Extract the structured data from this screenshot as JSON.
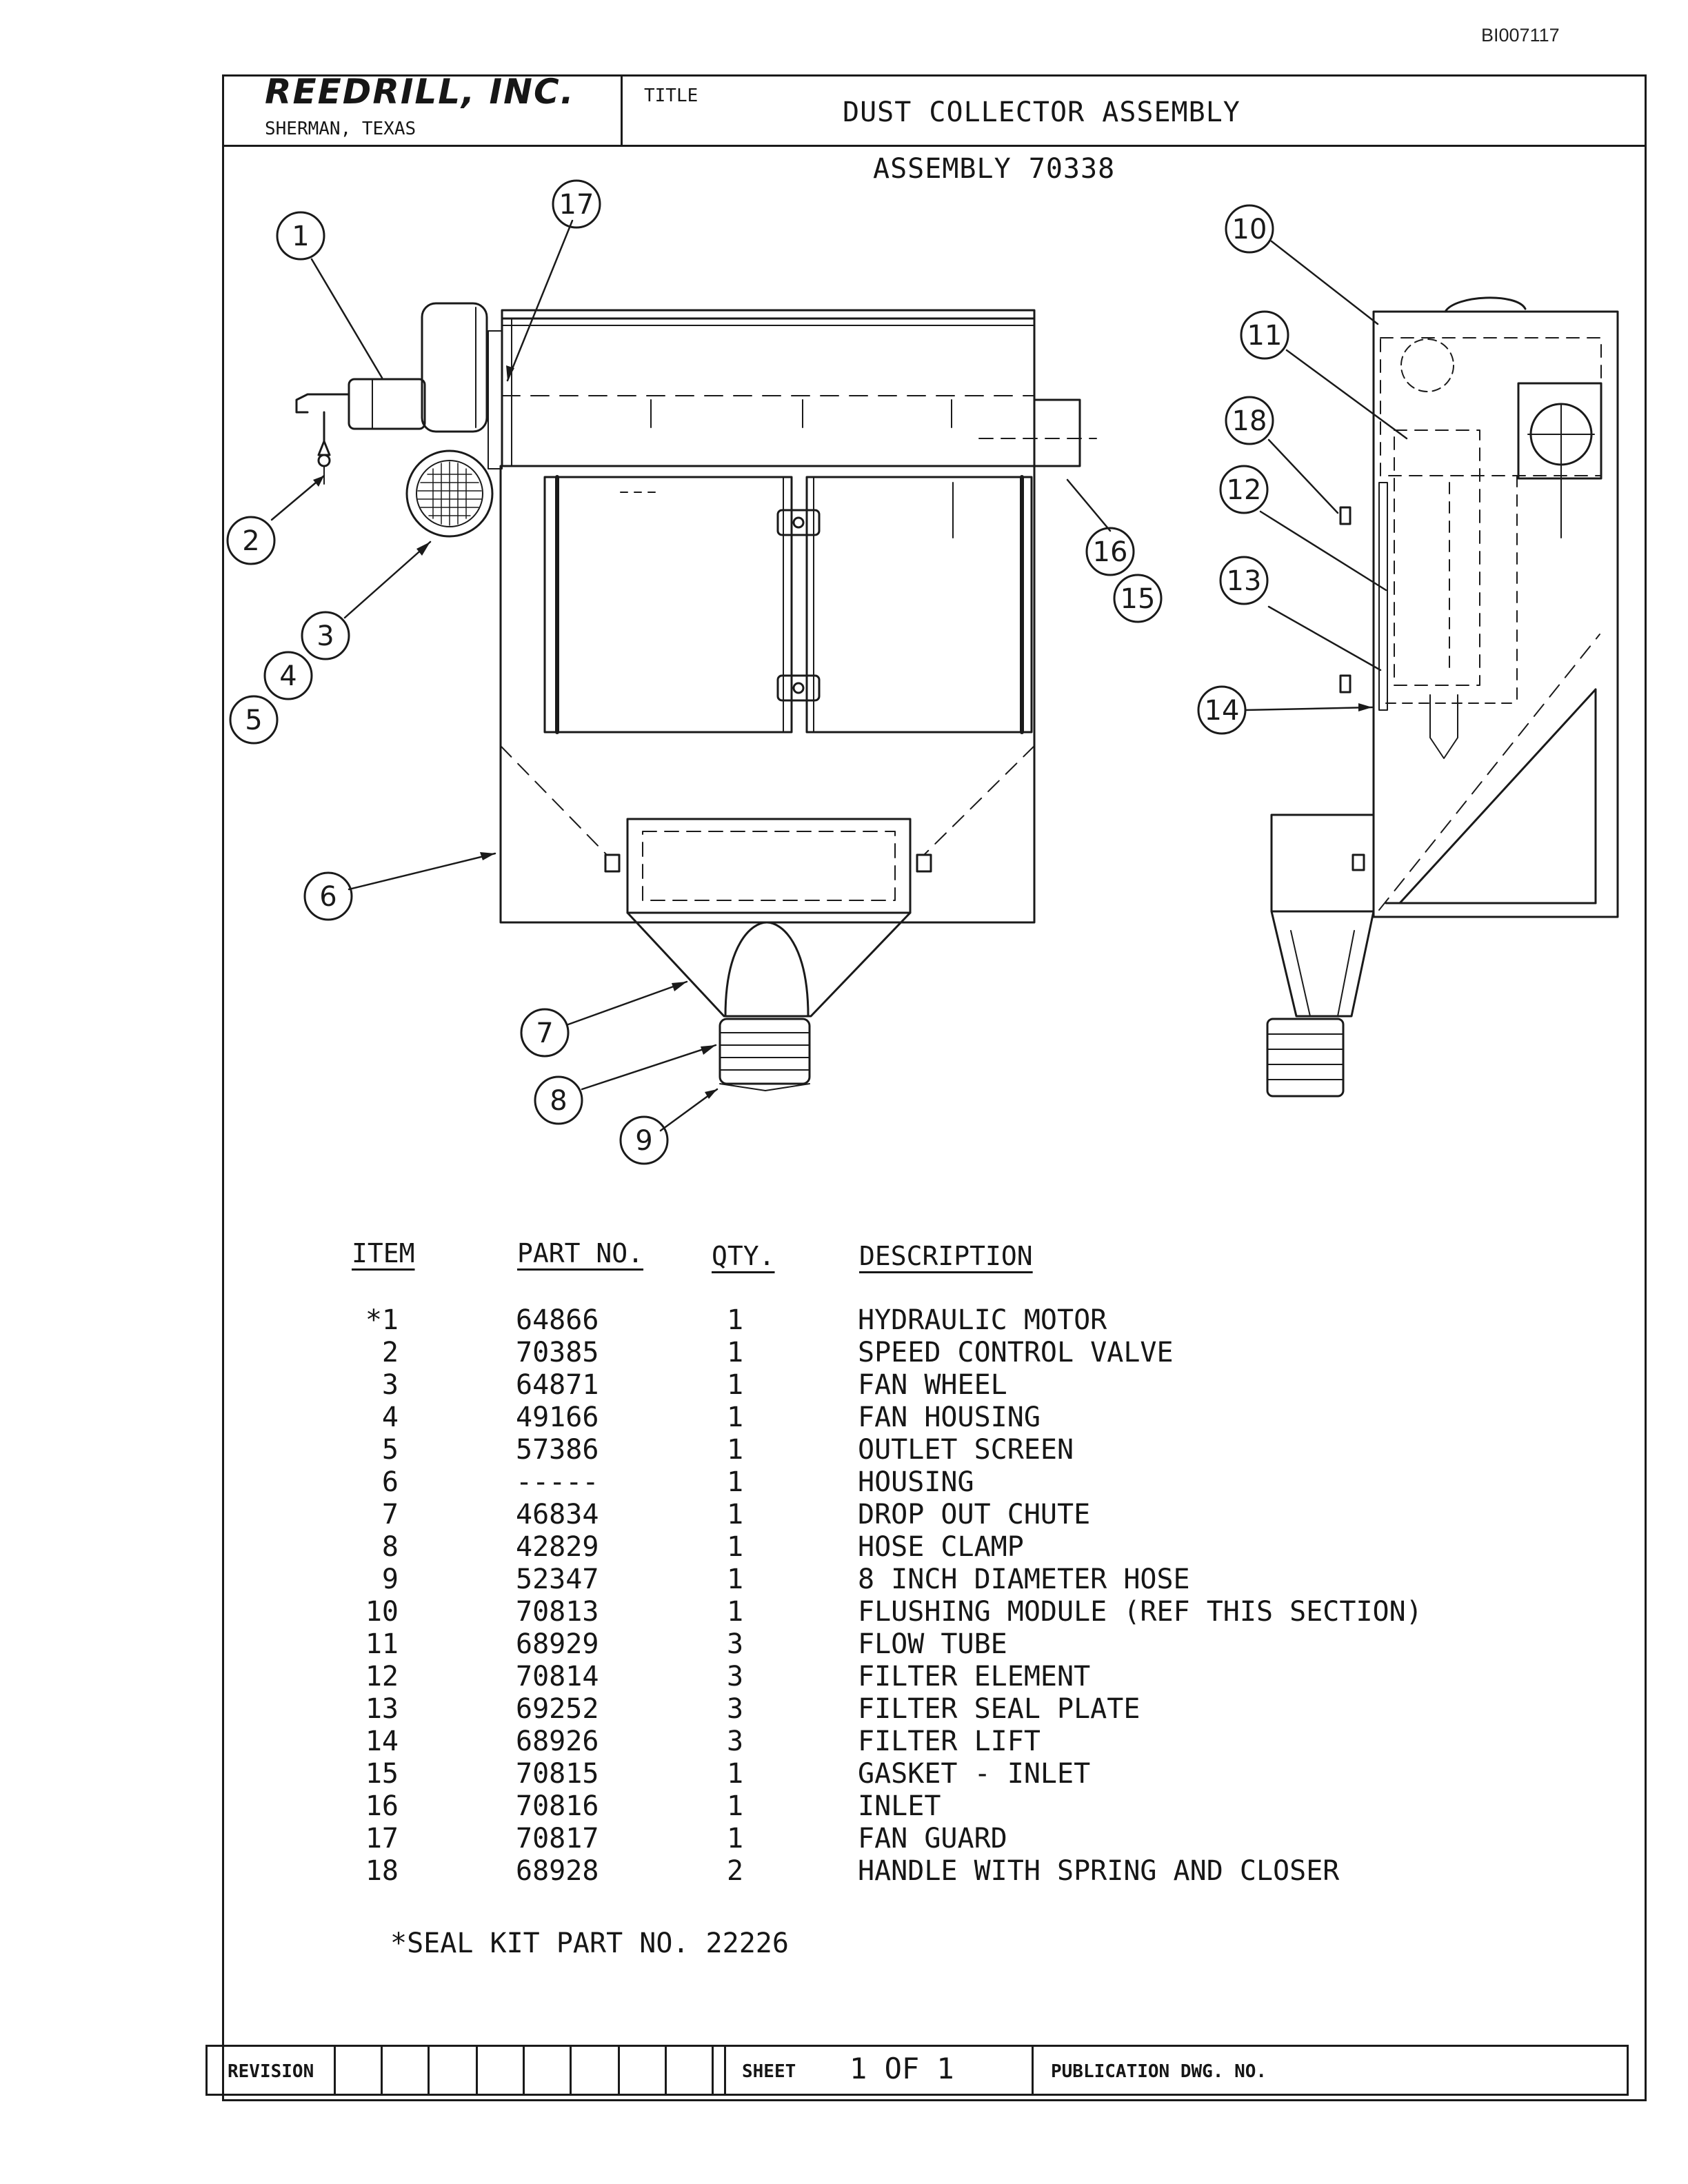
{
  "doc_id": "BI007117",
  "header": {
    "company": "REEDRILL, INC.",
    "location": "SHERMAN, TEXAS",
    "title_label": "TITLE",
    "title": "DUST COLLECTOR ASSEMBLY",
    "assembly": "ASSEMBLY 70338"
  },
  "callouts": [
    "1",
    "2",
    "3",
    "4",
    "5",
    "6",
    "7",
    "8",
    "9",
    "10",
    "11",
    "12",
    "13",
    "14",
    "15",
    "16",
    "17",
    "18"
  ],
  "parts_table": {
    "columns": [
      "ITEM",
      "PART NO.",
      "QTY.",
      "DESCRIPTION"
    ],
    "rows": [
      {
        "item": "*1",
        "part": "64866",
        "qty": "1",
        "desc": "HYDRAULIC MOTOR"
      },
      {
        "item": "2",
        "part": "70385",
        "qty": "1",
        "desc": "SPEED CONTROL VALVE"
      },
      {
        "item": "3",
        "part": "64871",
        "qty": "1",
        "desc": "FAN WHEEL"
      },
      {
        "item": "4",
        "part": "49166",
        "qty": "1",
        "desc": "FAN HOUSING"
      },
      {
        "item": "5",
        "part": "57386",
        "qty": "1",
        "desc": "OUTLET SCREEN"
      },
      {
        "item": "6",
        "part": "-----",
        "qty": "1",
        "desc": "HOUSING"
      },
      {
        "item": "7",
        "part": "46834",
        "qty": "1",
        "desc": "DROP OUT CHUTE"
      },
      {
        "item": "8",
        "part": "42829",
        "qty": "1",
        "desc": "HOSE CLAMP"
      },
      {
        "item": "9",
        "part": "52347",
        "qty": "1",
        "desc": "8 INCH DIAMETER HOSE"
      },
      {
        "item": "10",
        "part": "70813",
        "qty": "1",
        "desc": "FLUSHING MODULE (REF THIS SECTION)"
      },
      {
        "item": "11",
        "part": "68929",
        "qty": "3",
        "desc": "FLOW TUBE"
      },
      {
        "item": "12",
        "part": "70814",
        "qty": "3",
        "desc": "FILTER ELEMENT"
      },
      {
        "item": "13",
        "part": "69252",
        "qty": "3",
        "desc": "FILTER SEAL PLATE"
      },
      {
        "item": "14",
        "part": "68926",
        "qty": "3",
        "desc": "FILTER LIFT"
      },
      {
        "item": "15",
        "part": "70815",
        "qty": "1",
        "desc": "GASKET - INLET"
      },
      {
        "item": "16",
        "part": "70816",
        "qty": "1",
        "desc": "INLET"
      },
      {
        "item": "17",
        "part": "70817",
        "qty": "1",
        "desc": "FAN GUARD"
      },
      {
        "item": "18",
        "part": "68928",
        "qty": "2",
        "desc": "HANDLE WITH SPRING AND CLOSER"
      }
    ]
  },
  "seal_kit_note": "*SEAL KIT PART NO. 22226",
  "footer": {
    "revision_label": "REVISION",
    "sheet_label": "SHEET",
    "sheet_value": "1 OF 1",
    "publication_label": "PUBLICATION DWG. NO."
  }
}
